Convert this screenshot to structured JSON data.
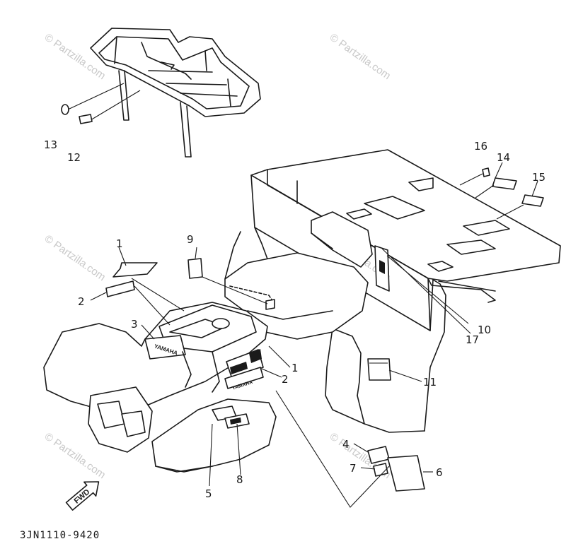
{
  "watermark": "© Partzilla.com",
  "drawing_code": "3JN1110-9420",
  "fwd_label": "FWD",
  "callouts": [
    "1",
    "2",
    "3",
    "1",
    "2",
    "4",
    "5",
    "6",
    "7",
    "8",
    "9",
    "10",
    "11",
    "12",
    "13",
    "14",
    "15",
    "16",
    "17"
  ]
}
